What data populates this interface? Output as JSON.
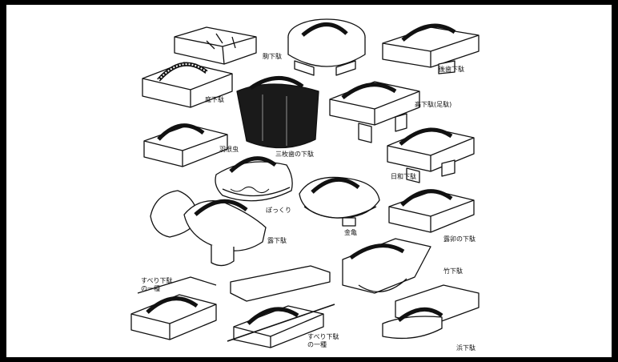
{
  "labels": {
    "komageta": "駒下駄",
    "ushiroba": "後歯下駄",
    "niwageta": "庭下駄",
    "takageta": "高下駄(足駄)",
    "haneboshi": "羽根虫",
    "sanmaiba": "三枚歯の下駄",
    "hiyori": "日和下駄",
    "pokkuri": "ぽっくり",
    "kinkame": "金亀",
    "rogeta": "露下駄",
    "rodeta_shita": "露卯の下駄",
    "takegeta": "竹下駄",
    "suberi_1": "すべり下駄\nの一種",
    "suberi_2": "すべり下駄\nの一種",
    "hamageta": "浜下駄"
  }
}
